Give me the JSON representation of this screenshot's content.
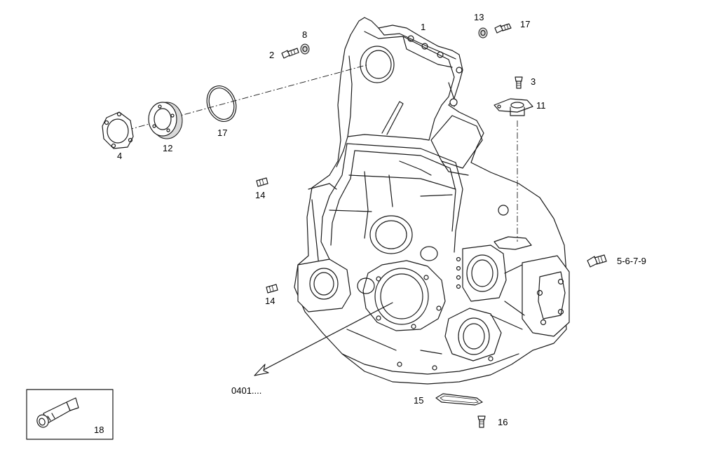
{
  "callouts": {
    "p1": "1",
    "p2": "2",
    "p3": "3",
    "p4": "4",
    "p8": "8",
    "p11": "11",
    "p12": "12",
    "p13": "13",
    "p14a": "14",
    "p14b": "14",
    "p15": "15",
    "p16": "16",
    "p17a": "17",
    "p17b": "17",
    "p18": "18",
    "p5679": "5-6-7-9",
    "ref": "0401...."
  }
}
